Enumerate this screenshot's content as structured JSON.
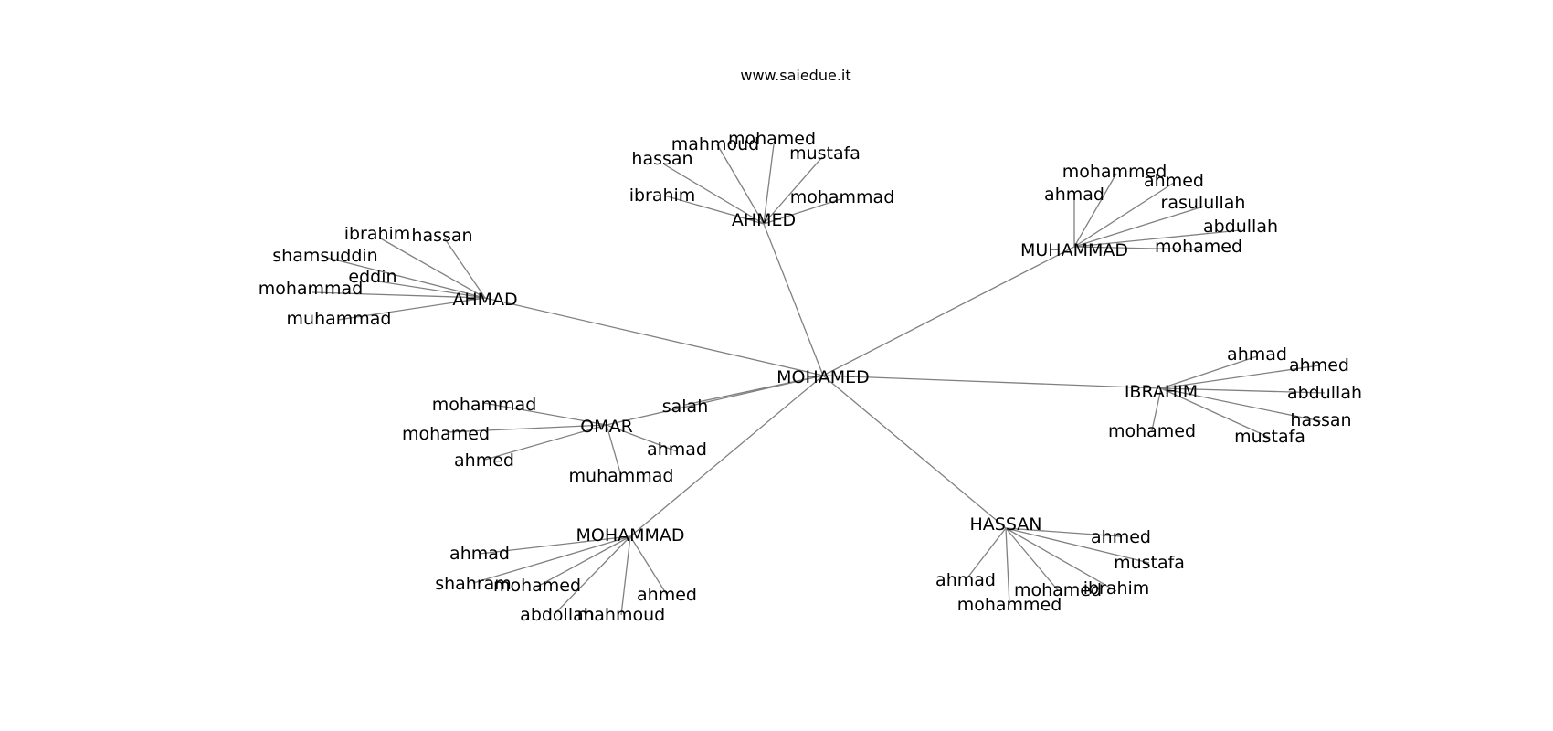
{
  "header": {
    "text": "www.saiedue.it"
  },
  "graph": {
    "root": {
      "id": "n0",
      "label": "MOHAMED"
    },
    "groups": [
      {
        "id": "g1",
        "label": "AHMED",
        "children": [
          "mahmoud",
          "mohamed",
          "hassan",
          "mustafa",
          "ibrahim",
          "mohammad"
        ]
      },
      {
        "id": "g2",
        "label": "MUHAMMAD",
        "children": [
          "mohammed",
          "ahmad",
          "ahmed",
          "rasulullah",
          "abdullah",
          "mohamed"
        ]
      },
      {
        "id": "g3",
        "label": "AHMAD",
        "children": [
          "ibrahim",
          "hassan",
          "shamsuddin",
          "eddin",
          "mohammad",
          "muhammad"
        ]
      },
      {
        "id": "g4",
        "label": "IBRAHIM",
        "children": [
          "ahmad",
          "ahmed",
          "abdullah",
          "hassan",
          "mohamed",
          "mustafa"
        ]
      },
      {
        "id": "g5",
        "label": "OMAR",
        "children": [
          "mohammad",
          "mohamed",
          "ahmed",
          "ahmad",
          "muhammad"
        ]
      },
      {
        "id": "g6",
        "label": "MOHAMMAD",
        "children": [
          "ahmad",
          "shahram",
          "mohamed",
          "ahmed",
          "abdollah",
          "mahmoud"
        ]
      },
      {
        "id": "g7",
        "label": "HASSAN",
        "children": [
          "ahmed",
          "mustafa",
          "ahmad",
          "mohamed",
          "ibrahim",
          "mohammed"
        ]
      }
    ],
    "root_leaves": [
      "salah"
    ]
  }
}
